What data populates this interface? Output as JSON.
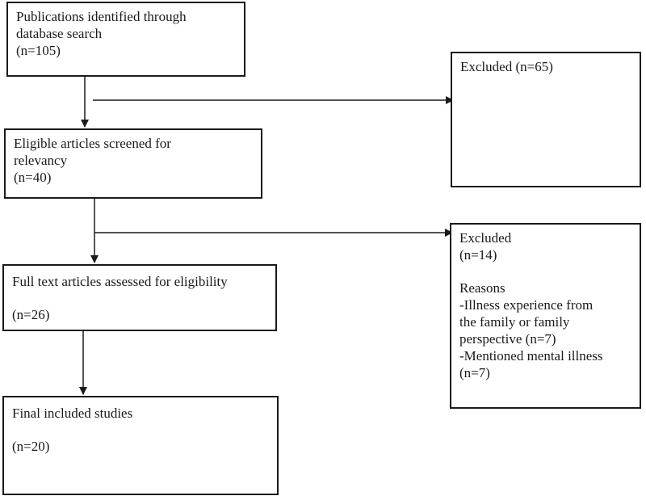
{
  "diagram": {
    "box1": {
      "line1": "Publications identified through",
      "line2": "database search",
      "count": "(n=105)"
    },
    "box2": {
      "line1": "Eligible articles screened for",
      "line2": "relevancy",
      "count": "(n=40)"
    },
    "box3": {
      "line1": "Full text articles assessed for eligibility",
      "count": "(n=26)"
    },
    "box4": {
      "line1": "Final included studies",
      "count": "(n=20)"
    },
    "excluded1": {
      "line1": "Excluded (n=65)"
    },
    "excluded2": {
      "title": "Excluded",
      "count": "(n=14)",
      "reasons_title": "Reasons",
      "reason1_line1": "-Illness experience from",
      "reason1_line2": "the family or family",
      "reason1_line3": "perspective (n=7)",
      "reason2_line1": "-Mentioned mental illness",
      "reason2_line2": "(n=7)"
    }
  }
}
